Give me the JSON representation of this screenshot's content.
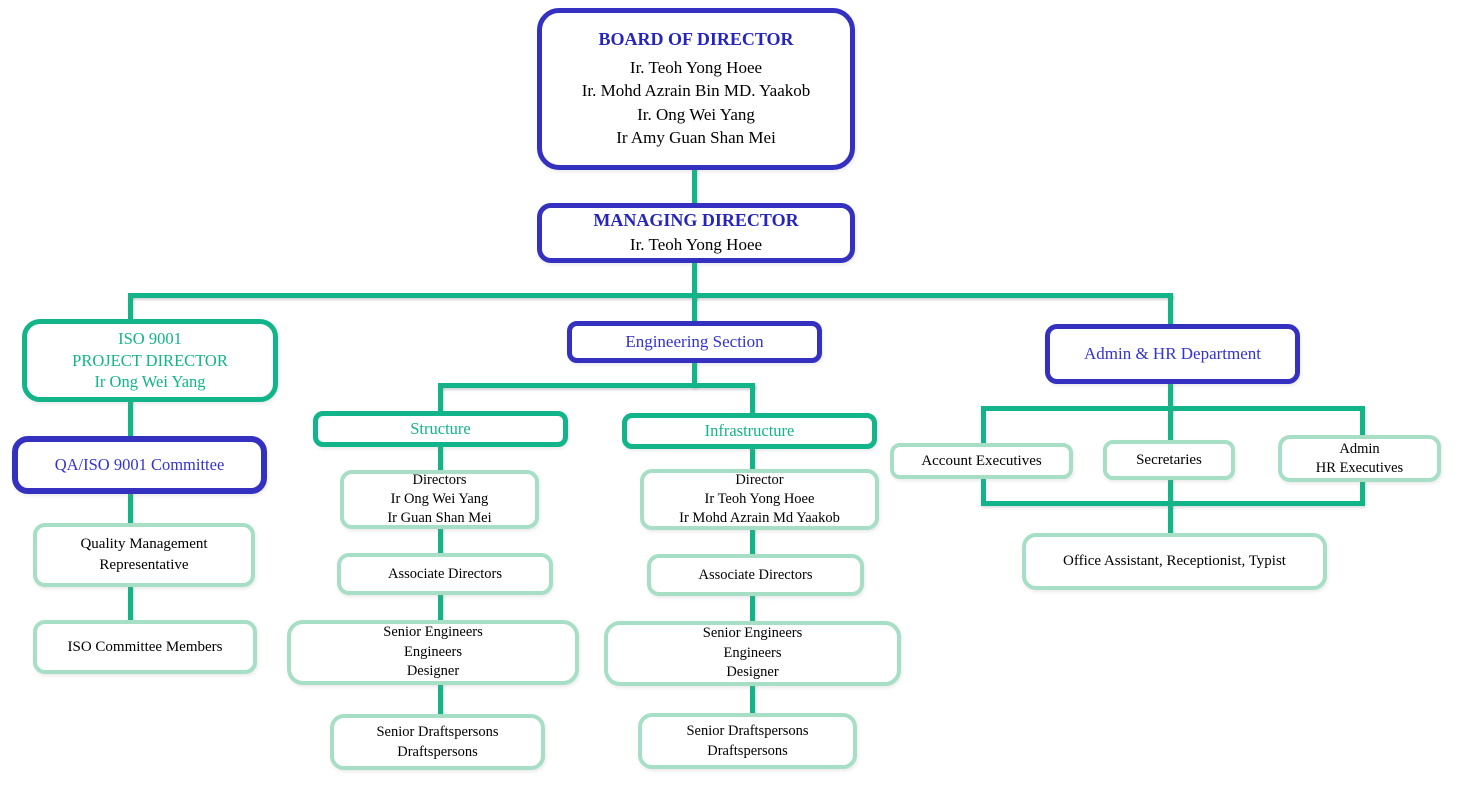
{
  "colors": {
    "blue_border": "#3431c0",
    "blue_text": "#3333cc",
    "green": "#12b489",
    "light_green_border": "#a6dfc5",
    "black_text": "#000000",
    "background": "#ffffff"
  },
  "nodes": {
    "board": {
      "title": "BOARD OF DIRECTOR",
      "lines": [
        "Ir. Teoh Yong Hoee",
        "Ir. Mohd Azrain Bin MD. Yaakob",
        "Ir. Ong Wei Yang",
        "Ir Amy Guan Shan Mei"
      ]
    },
    "managing_director": {
      "title": "MANAGING DIRECTOR",
      "lines": [
        "Ir. Teoh Yong Hoee"
      ]
    },
    "iso_project_director": {
      "lines": [
        "ISO 9001",
        "PROJECT DIRECTOR",
        "Ir Ong Wei Yang"
      ]
    },
    "qa_iso_committee": {
      "label": "QA/ISO 9001 Committee"
    },
    "quality_management_rep": {
      "lines": [
        "Quality Management",
        "Representative"
      ]
    },
    "iso_committee_members": {
      "label": "ISO Committee Members"
    },
    "engineering_section": {
      "label": "Engineering Section"
    },
    "structure": {
      "label": "Structure"
    },
    "infrastructure": {
      "label": "Infrastructure"
    },
    "structure_directors": {
      "lines": [
        "Directors",
        "Ir Ong Wei Yang",
        "Ir Guan Shan Mei"
      ]
    },
    "structure_associate_directors": {
      "label": "Associate Directors"
    },
    "structure_engineers": {
      "lines": [
        "Senior Engineers",
        "Engineers",
        "Designer"
      ]
    },
    "structure_draftspersons": {
      "lines": [
        "Senior Draftspersons",
        "Draftspersons"
      ]
    },
    "infrastructure_director": {
      "lines": [
        "Director",
        "Ir Teoh Yong Hoee",
        "Ir Mohd Azrain Md Yaakob"
      ]
    },
    "infrastructure_associate_directors": {
      "label": "Associate Directors"
    },
    "infrastructure_engineers": {
      "lines": [
        "Senior Engineers",
        "Engineers",
        "Designer"
      ]
    },
    "infrastructure_draftspersons": {
      "lines": [
        "Senior Draftspersons",
        "Draftspersons"
      ]
    },
    "admin_hr_department": {
      "label": "Admin & HR Department"
    },
    "account_executives": {
      "label": "Account Executives"
    },
    "secretaries": {
      "label": "Secretaries"
    },
    "admin_hr_executives": {
      "lines": [
        "Admin",
        "HR Executives"
      ]
    },
    "office_assistant": {
      "label": "Office Assistant, Receptionist, Typist"
    }
  }
}
